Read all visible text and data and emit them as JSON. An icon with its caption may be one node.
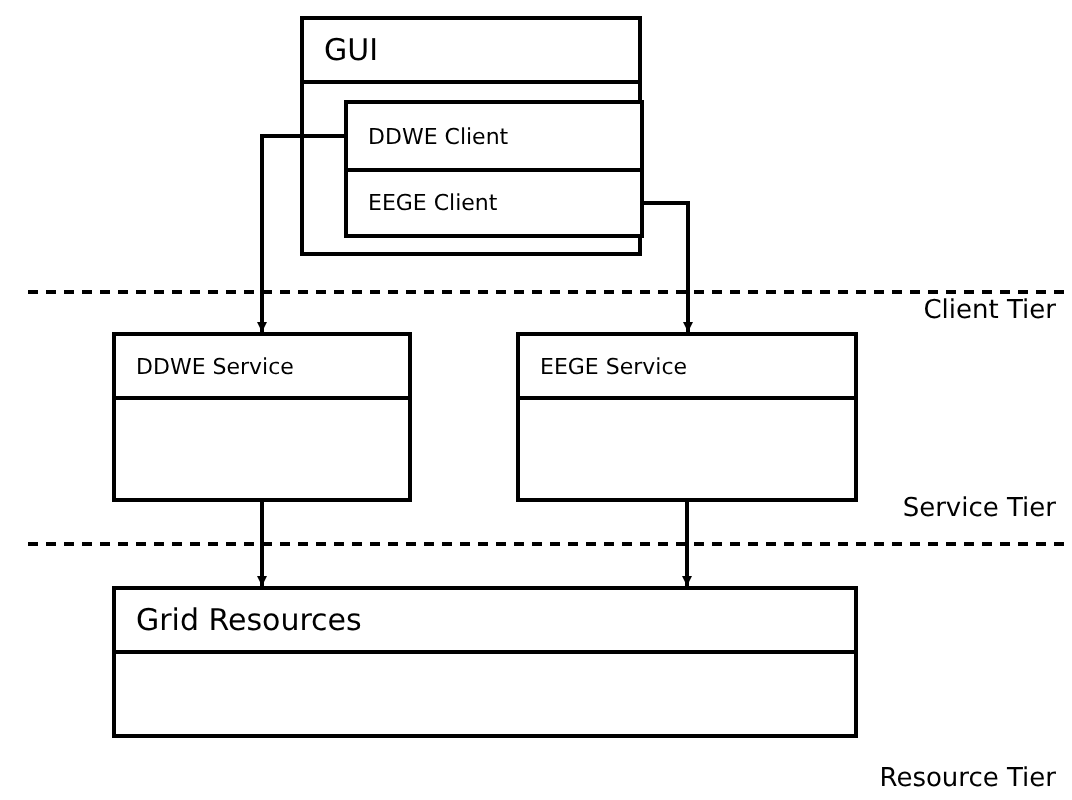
{
  "diagram": {
    "nodes": [
      {
        "text": [
          "GUI"
        ]
      },
      {
        "text": [
          "DDWE Client"
        ],
        "in": 0
      },
      {
        "text": [
          "EEGE Client"
        ],
        "in": 0
      },
      {
        "text": [
          "DDWE Service"
        ]
      },
      {
        "text": [
          "EEGE Service"
        ]
      },
      {
        "text": [
          "Grid Resources"
        ]
      }
    ],
    "edges": [
      {
        "from": 1,
        "to": 3,
        "arrow": "to"
      },
      {
        "from": 2,
        "to": 4,
        "arrow": "to"
      },
      {
        "from": 3,
        "to": 5,
        "arrow": "to"
      },
      {
        "from": 4,
        "to": 5,
        "arrow": "to"
      }
    ],
    "labels": [
      "Client Tier",
      "Service Tier",
      "Resource Tier"
    ]
  }
}
